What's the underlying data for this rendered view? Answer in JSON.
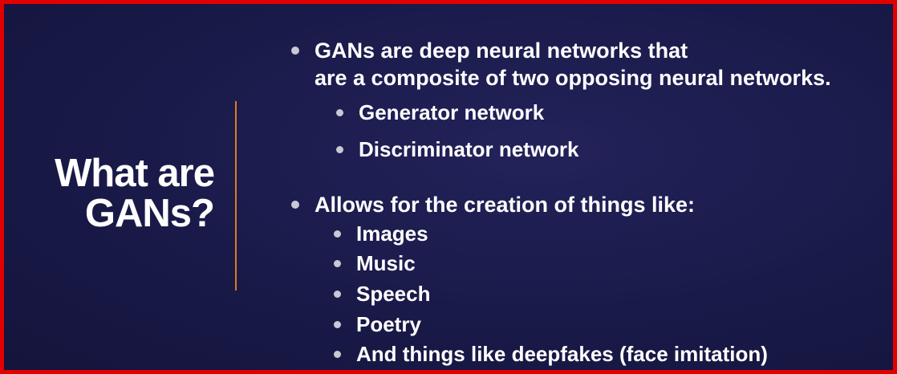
{
  "slide": {
    "title_line1": "What are",
    "title_line2": "GANs?",
    "colors": {
      "background": "#1b1b4c",
      "text": "#ffffff",
      "divider": "#e07a1f",
      "border": "#e10000",
      "bullet": "#c9c9d4"
    },
    "bullets": [
      {
        "line1": "GANs are deep neural networks that",
        "line2": "are a composite of two opposing neural networks.",
        "subitems": [
          "Generator network",
          "Discriminator network"
        ]
      },
      {
        "line1": "Allows for the creation of things like:",
        "subitems": [
          "Images",
          "Music",
          "Speech",
          "Poetry",
          "And things like deepfakes (face imitation)"
        ]
      }
    ]
  }
}
